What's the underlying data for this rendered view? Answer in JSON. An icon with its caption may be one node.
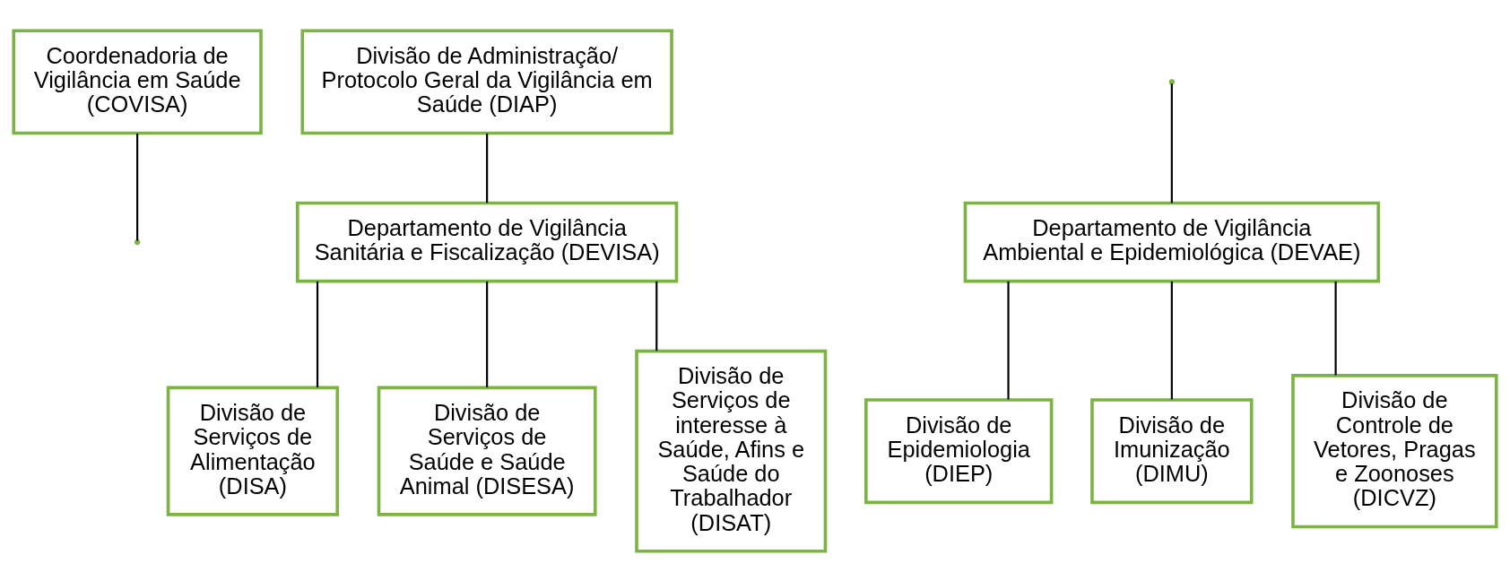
{
  "diagram": {
    "nodes": [
      {
        "text": [
          "Coordenadoria de Vigilância em Saúde (COVISA)"
        ]
      },
      {
        "text": [
          "Divisão de Administração/ Protocolo Geral da Vigilância em Saúde (DIAP)"
        ]
      },
      {
        "text": [
          "Departamento de Vigilância Ambiental e Epidemiológica (DEVAE)"
        ]
      },
      {
        "text": [
          "Departamento de Vigilância Sanitária e Fiscalização (DEVISA)"
        ]
      },
      {
        "text": [
          "Divisão de Epidemiologia (DIEP)"
        ]
      },
      {
        "text": [
          "Divisão de Imunização (DIMU)"
        ]
      },
      {
        "text": [
          "Divisão de Controle de Vetores, Pragas e Zoonoses (DICVZ)"
        ]
      },
      {
        "text": [
          "Divisão de Serviços de Alimentação (DISA)"
        ]
      },
      {
        "text": [
          "Divisão de Serviços de Saúde e Saúde Animal (DISESA)"
        ]
      },
      {
        "text": [
          "Divisão de Serviços de interesse à Saúde, Afins e Saúde do Trabalhador (DISAT)"
        ]
      }
    ],
    "edges": [
      {
        "from": 0,
        "to": null,
        "arrow": "none"
      },
      {
        "from": null,
        "to": 2,
        "arrow": "none"
      },
      {
        "from": 1,
        "to": 3,
        "arrow": "none"
      },
      {
        "from": 2,
        "to": 4,
        "arrow": "none"
      },
      {
        "from": 2,
        "to": 5,
        "arrow": "none"
      },
      {
        "from": 2,
        "to": 6,
        "arrow": "none"
      },
      {
        "from": 3,
        "to": 7,
        "arrow": "none"
      },
      {
        "from": 3,
        "to": 8,
        "arrow": "none"
      },
      {
        "from": 3,
        "to": 9,
        "arrow": "none"
      }
    ]
  }
}
